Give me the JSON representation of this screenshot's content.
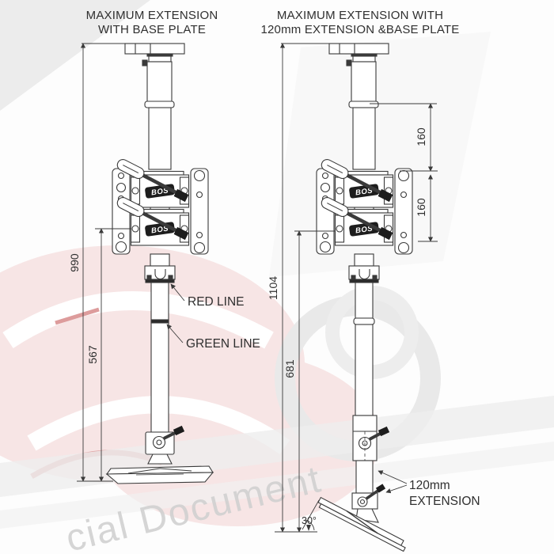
{
  "titles": {
    "left_line1": "MAXIMUM EXTENSION",
    "left_line2": "WITH BASE PLATE",
    "right_line1": "MAXIMUM EXTENSION WITH",
    "right_line2": "120mm EXTENSION &BASE PLATE"
  },
  "dimensions": {
    "left_overall": "990",
    "left_inner": "567",
    "right_overall": "1104",
    "right_inner": "681",
    "right_upper_segment": "160",
    "right_lower_segment": "160",
    "angle": "30°"
  },
  "labels": {
    "red_line": "RED LINE",
    "green_line": "GREEN LINE",
    "extension_line1": "120mm",
    "extension_line2": "EXTENSION"
  },
  "logo": {
    "clamp_brand": "BOS"
  },
  "watermark": {
    "text": "cial Document"
  },
  "colors": {
    "line": "#3a3a3a",
    "text": "#2f2f2f",
    "watermark_gray": "#ececec",
    "watermark_pink": "#f7e5e5",
    "watermark_red": "#dd9c9c"
  }
}
